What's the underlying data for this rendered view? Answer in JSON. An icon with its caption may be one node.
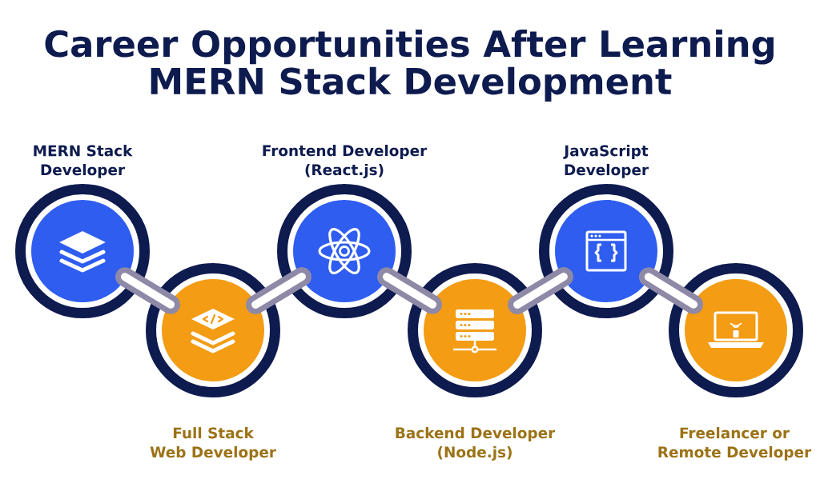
{
  "diagram": {
    "title": "Career Opportunities After Learning MERN Stack Development",
    "nodes": [
      {
        "text": [
          "MERN Stack Developer"
        ]
      },
      {
        "text": [
          "Full Stack Web Developer"
        ]
      },
      {
        "text": [
          "Frontend Developer (React.js)"
        ]
      },
      {
        "text": [
          "Backend Developer (Node.js)"
        ]
      },
      {
        "text": [
          "JavaScript Developer"
        ]
      },
      {
        "text": [
          "Freelancer or Remote Developer"
        ]
      }
    ],
    "edges": [
      {
        "from": 0,
        "to": 1,
        "arrow": "none"
      },
      {
        "from": 1,
        "to": 2,
        "arrow": "none"
      },
      {
        "from": 2,
        "to": 3,
        "arrow": "none"
      },
      {
        "from": 3,
        "to": 4,
        "arrow": "none"
      },
      {
        "from": 4,
        "to": 5,
        "arrow": "none"
      }
    ]
  }
}
